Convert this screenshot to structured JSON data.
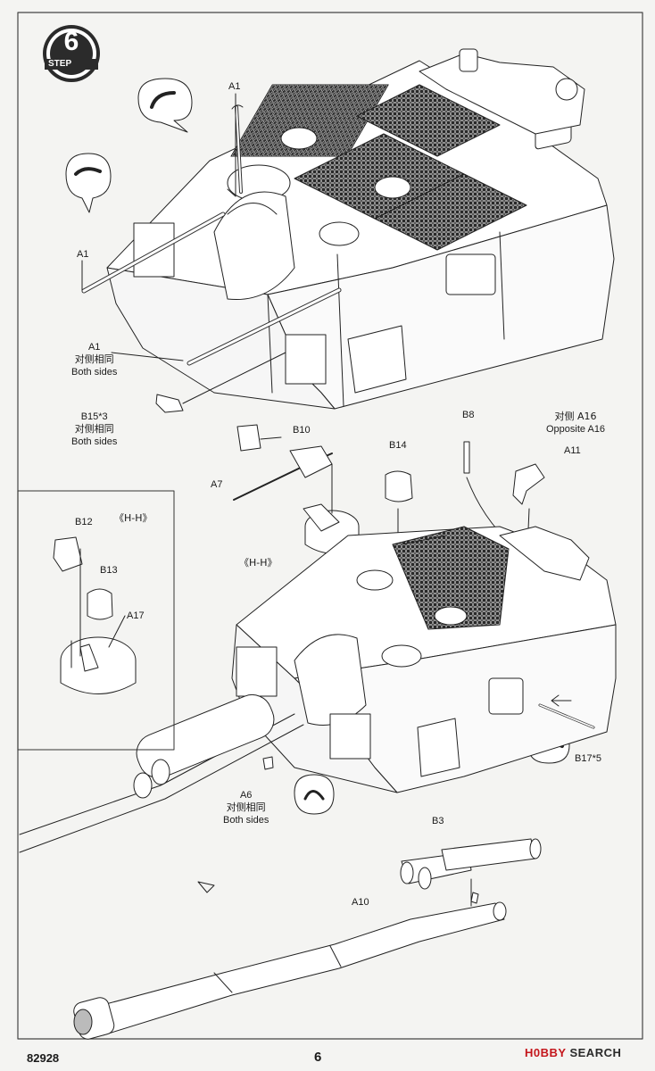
{
  "step": {
    "number": "6",
    "word": "STEP"
  },
  "labels": {
    "a1_top": "A1",
    "a1_left": "A1",
    "a1_both": {
      "part": "A1",
      "cn": "对侧相同",
      "en": "Both sides"
    },
    "b15": {
      "part": "B15*3",
      "cn": "对侧相同",
      "en": "Both sides"
    },
    "b10": "B10",
    "a7": "A7",
    "hh_center": "《H-H》",
    "b14": "B14",
    "b8": "B8",
    "a16": {
      "cn": "对侧 A16",
      "en": "Opposite A16"
    },
    "a11": "A11",
    "hh_inset": "《H-H》",
    "b12": "B12",
    "b13": "B13",
    "a17": "A17",
    "a6": {
      "part": "A6",
      "cn": "对侧相同",
      "en": "Both sides"
    },
    "b17": "B17*5",
    "b3": "B3",
    "a10": "A10"
  },
  "footer": {
    "code": "82928",
    "page": "6",
    "watermark_logo": "H0BBY",
    "watermark_text": "SEARCH"
  }
}
